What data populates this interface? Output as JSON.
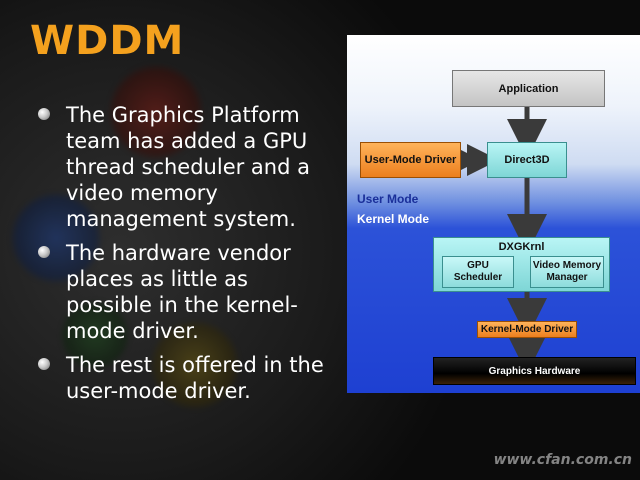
{
  "slide": {
    "title": "WDDM",
    "bullets": [
      "The Graphics Platform team has added a GPU thread scheduler and a video memory management system.",
      "The hardware vendor places as little as possible in the kernel-mode driver.",
      "The rest is offered in the user-mode driver."
    ],
    "watermark": "www.cfan.com.cn"
  },
  "diagram": {
    "nodes": {
      "application": "Application",
      "user_mode_driver": "User-Mode Driver",
      "direct3d": "Direct3D",
      "dxgkrnl": "DXGKrnl",
      "gpu_scheduler": "GPU Scheduler",
      "video_memory_manager": "Video Memory Manager",
      "kernel_mode_driver": "Kernel-Mode Driver",
      "graphics_hardware": "Graphics Hardware"
    },
    "zones": {
      "user_mode": "User Mode",
      "kernel_mode": "Kernel Mode"
    },
    "colors": {
      "title": "#f4a11e",
      "driver_orange": "#ec7f1e",
      "component_cyan": "#7ed6d6",
      "kernel_blue": "#1e40d2",
      "arrow": "#3a3a3a"
    }
  }
}
